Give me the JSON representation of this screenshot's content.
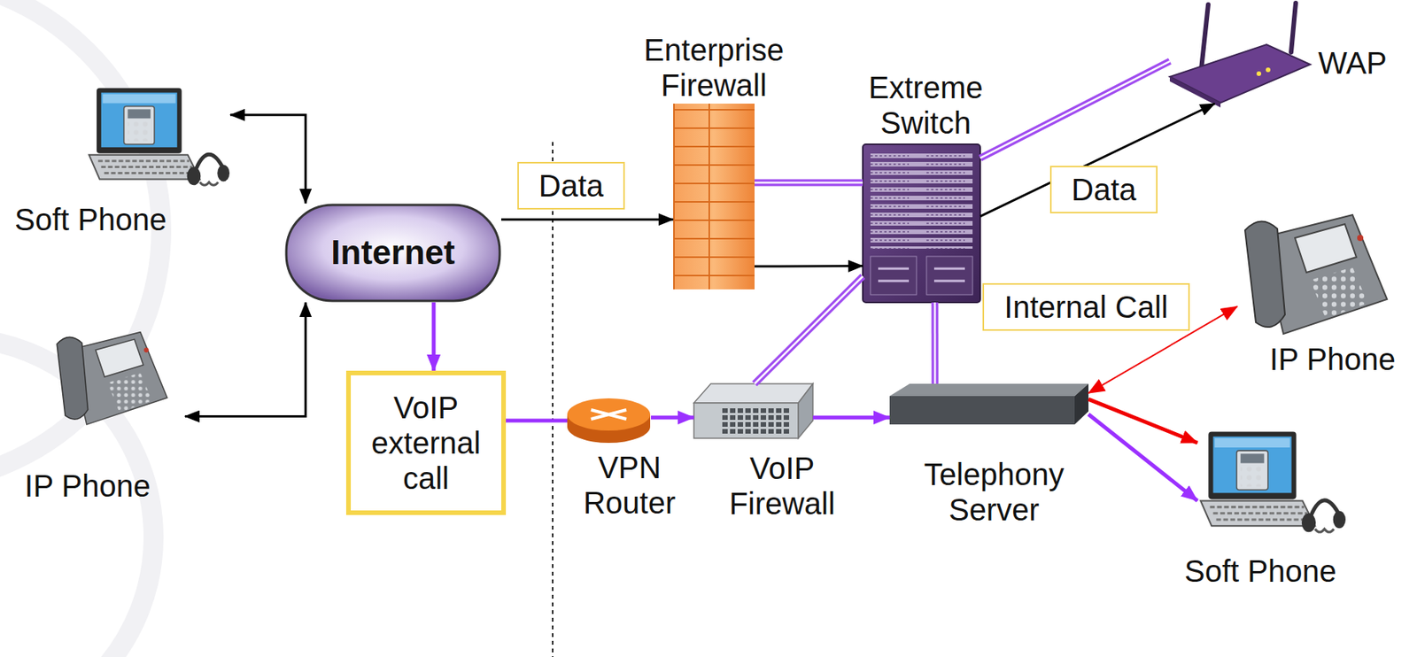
{
  "diagram": {
    "nodes": [
      {
        "text": [
          "Soft Phone"
        ]
      },
      {
        "text": [
          "IP Phone"
        ]
      },
      {
        "text": [
          "Internet"
        ]
      },
      {
        "text": [
          "VoIP external call"
        ]
      },
      {
        "text": [
          "VPN Router"
        ]
      },
      {
        "text": [
          "VoIP Firewall"
        ]
      },
      {
        "text": [
          "Telephony Server"
        ]
      },
      {
        "text": [
          "Enterprise Firewall"
        ]
      },
      {
        "text": [
          "Extreme Switch"
        ]
      },
      {
        "text": [
          "WAP"
        ]
      },
      {
        "text": [
          "IP Phone"
        ]
      },
      {
        "text": [
          "Soft Phone"
        ]
      }
    ],
    "edges": [
      {
        "from": 0,
        "to": 2,
        "arrow": "both"
      },
      {
        "from": 1,
        "to": 2,
        "arrow": "both"
      },
      {
        "from": 2,
        "to": 3,
        "arrow": "to"
      },
      {
        "from": 3,
        "to": 4,
        "arrow": "none"
      },
      {
        "from": 4,
        "to": 5,
        "arrow": "to"
      },
      {
        "from": 5,
        "to": 6,
        "arrow": "to"
      },
      {
        "from": 2,
        "to": 7,
        "label": "Data",
        "arrow": "to"
      },
      {
        "from": 7,
        "to": 8,
        "arrow": "none"
      },
      {
        "from": 7,
        "to": 8,
        "arrow": "to"
      },
      {
        "from": 8,
        "to": 9,
        "arrow": "none"
      },
      {
        "from": 8,
        "to": 9,
        "label": "Data",
        "arrow": "to"
      },
      {
        "from": 8,
        "to": 5,
        "arrow": "none"
      },
      {
        "from": 8,
        "to": 6,
        "arrow": "none"
      },
      {
        "from": 6,
        "to": 10,
        "label": "Internal Call",
        "arrow": "both"
      },
      {
        "from": 6,
        "to": 11,
        "arrow": "to"
      },
      {
        "from": 6,
        "to": 11,
        "arrow": "to"
      }
    ]
  }
}
